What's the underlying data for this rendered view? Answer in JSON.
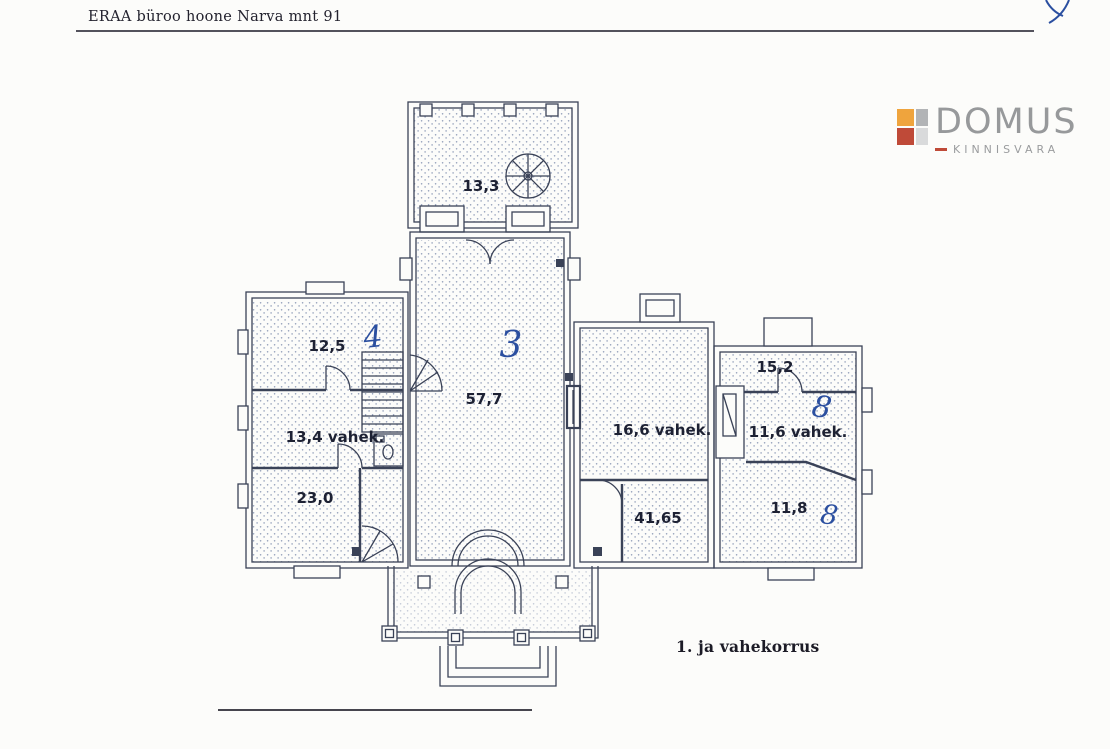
{
  "document": {
    "header_title": "ERAA büroo hoone Narva mnt 91",
    "floor_caption": "1. ja vahekorrus"
  },
  "logo": {
    "name": "DOMUS",
    "subtitle": "KINNISVARA",
    "colors": {
      "orange": "#efa43d",
      "red": "#bf4a38",
      "gray": "#b2b4b6",
      "text": "#97999b"
    }
  },
  "plan": {
    "ink": "#3a4257",
    "stipple": "#94a0ba",
    "annotation_ink": "#2b4fa0",
    "rooms": [
      {
        "id": "balcony",
        "area_label": "13,3"
      },
      {
        "id": "main-hall",
        "area_label": "57,7",
        "annotation": "3"
      },
      {
        "id": "room-nw",
        "area_label": "12,5",
        "annotation": "4"
      },
      {
        "id": "mezz-west",
        "area_label": "13,4 vahek."
      },
      {
        "id": "room-sw",
        "area_label": "23,0"
      },
      {
        "id": "mezz-east",
        "area_label": "16,6 vahek."
      },
      {
        "id": "room-ne",
        "area_label": "15,2"
      },
      {
        "id": "mezz-ne",
        "area_label": "11,6 vahek.",
        "annotation": "8"
      },
      {
        "id": "room-se",
        "area_label": "11,8",
        "annotation": "8"
      },
      {
        "id": "room-s",
        "area_label": "41,65"
      }
    ]
  }
}
